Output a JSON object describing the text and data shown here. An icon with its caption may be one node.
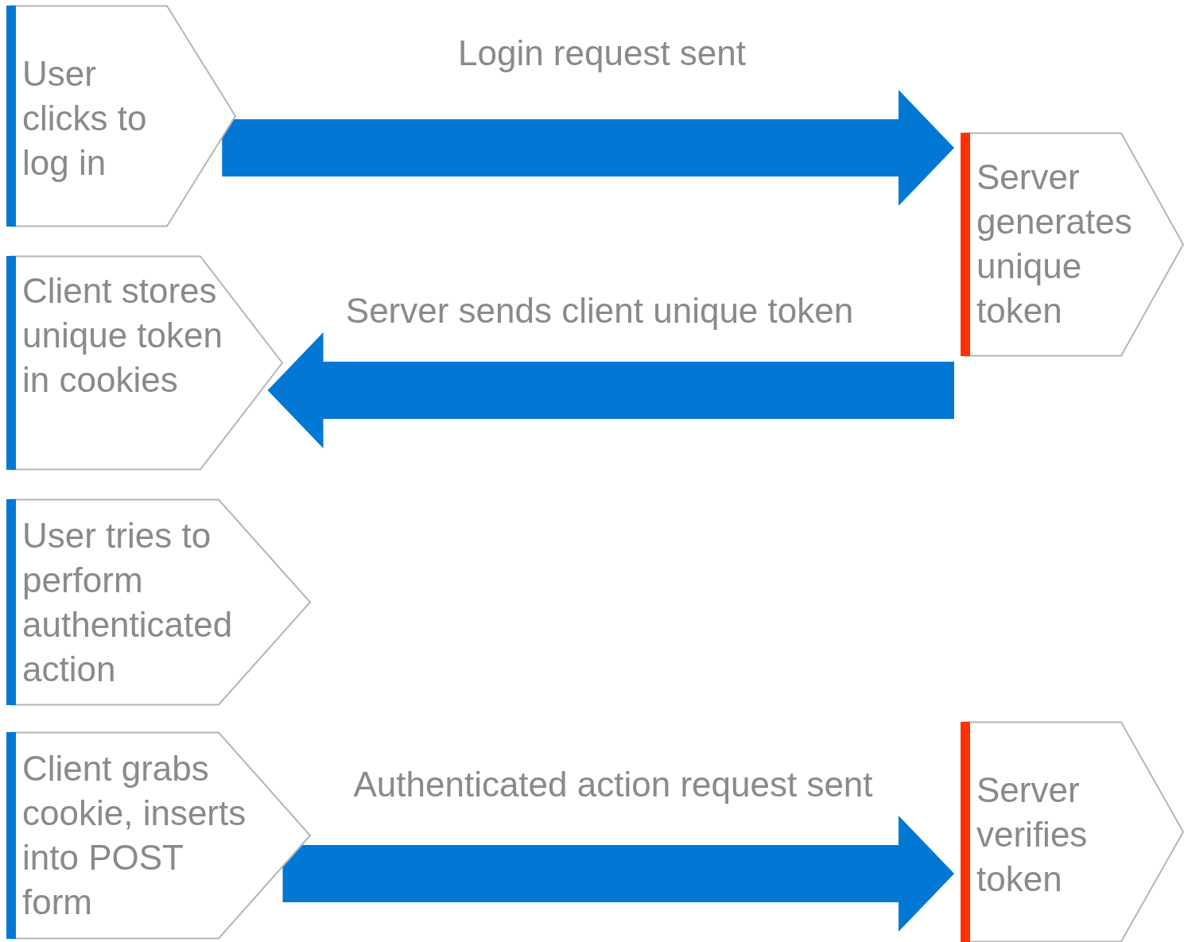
{
  "diagram": {
    "nodes": [
      {
        "text": [
          "User clicks to log in"
        ]
      },
      {
        "text": [
          "Client stores unique token in cookies"
        ]
      },
      {
        "text": [
          "User tries to perform authenticated action"
        ]
      },
      {
        "text": [
          "Client grabs cookie, inserts into POST form"
        ]
      },
      {
        "text": [
          "Server generates unique token"
        ]
      },
      {
        "text": [
          "Server verifies token"
        ]
      }
    ],
    "edges": [
      {
        "from": 0,
        "to": 4,
        "arrow": "to",
        "label": "Login request sent",
        "style": "thick"
      },
      {
        "from": 4,
        "to": 1,
        "arrow": "to",
        "label": "Server sends client unique token",
        "style": "thick"
      },
      {
        "from": 3,
        "to": 5,
        "arrow": "to",
        "label": "Authenticated action request sent",
        "style": "thick"
      }
    ]
  }
}
